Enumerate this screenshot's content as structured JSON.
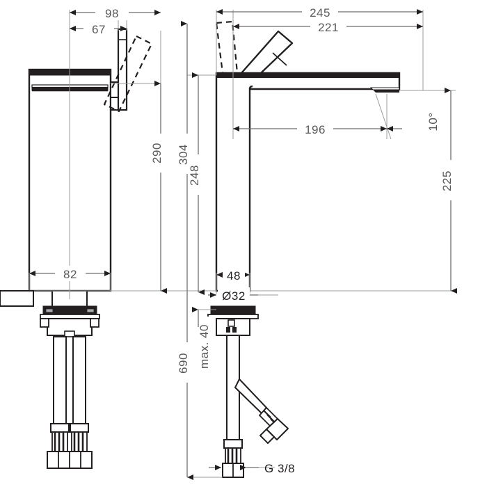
{
  "drawing": {
    "type": "technical-dimension-drawing",
    "subject": "single-lever basin mixer faucet, tall vessel height",
    "units": "mm",
    "views": [
      {
        "id": "front-view",
        "label": "front elevation",
        "position": "left"
      },
      {
        "id": "side-view",
        "label": "side elevation",
        "position": "right"
      }
    ]
  },
  "dimensions": {
    "front_view": {
      "handle_offset": "98",
      "handle_offset_inner": "67",
      "spout_height": "290",
      "body_width": "82"
    },
    "side_view": {
      "total_reach": "245",
      "handle_to_spout_back": "221",
      "overall_height": "304",
      "body_height": "248",
      "projection": "196",
      "spout_height": "225",
      "spout_angle": "10°",
      "body_depth": "48",
      "shank_diameter": "Ø32",
      "counter_thickness": "max. 40",
      "hose_length": "690",
      "thread": "G 3/8"
    }
  },
  "labels": {
    "d98": "98",
    "d67": "67",
    "d290": "290",
    "d82": "82",
    "d245": "245",
    "d221": "221",
    "d304": "304",
    "d248": "248",
    "d196": "196",
    "d225": "225",
    "angle10": "10°",
    "d48": "48",
    "dia32": "Ø32",
    "max40": "max. 40",
    "d690": "690",
    "g38": "G 3/8"
  },
  "colors": {
    "outline": "#231f20",
    "dimension": "#6d6e71",
    "fill_white": "#ffffff",
    "fill_dark": "#231f20",
    "background": "#ffffff"
  }
}
